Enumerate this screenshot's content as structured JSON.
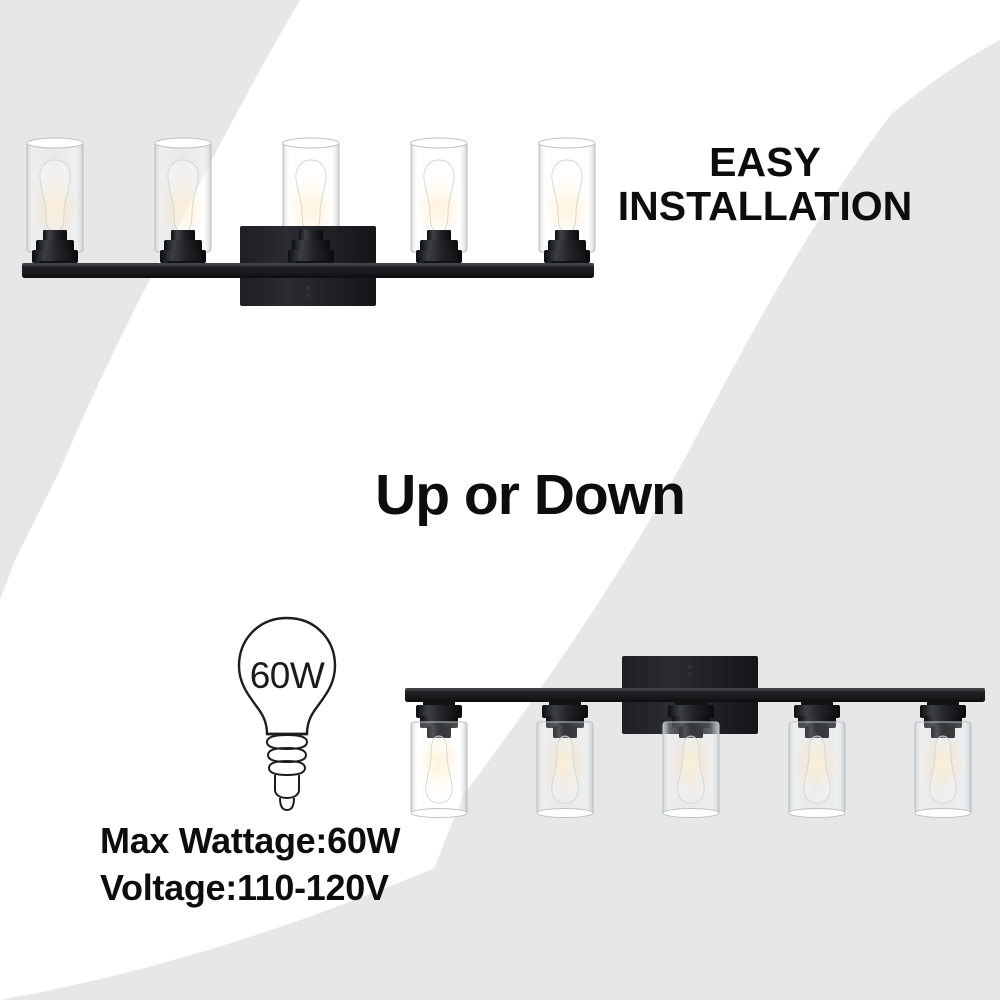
{
  "scene": {
    "background_light": "#ffffff",
    "background_gray": "#e7e7e7",
    "metal_color": "#17181a",
    "filament_color": "#e8b55a",
    "glass_tint": "#f4f6f7"
  },
  "callouts": {
    "easy_line1": "EASY",
    "easy_line2": "INSTALLATION",
    "orientation_title": "Up or Down",
    "spec_line1": "Max Wattage:60W",
    "spec_line2": "Voltage:110-120V"
  },
  "bulb_icon": {
    "wattage_label": "60W"
  },
  "fixtures": [
    {
      "id": "top-fixture",
      "orientation": "up",
      "light_count": 5,
      "shade_type": "clear-glass-cylinder",
      "bulb_type": "edison-filament",
      "finish": "matte-black"
    },
    {
      "id": "bottom-fixture",
      "orientation": "down",
      "light_count": 5,
      "shade_type": "clear-glass-cylinder",
      "bulb_type": "edison-filament",
      "finish": "matte-black"
    }
  ]
}
